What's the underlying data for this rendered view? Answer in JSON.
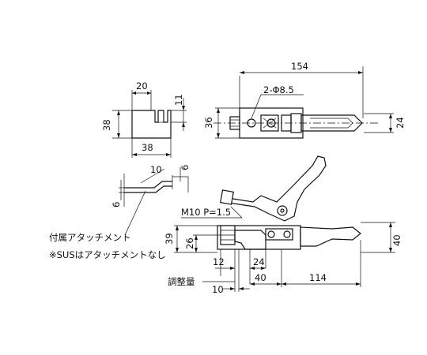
{
  "dimensions": {
    "top_length": "154",
    "hole_callout": "2-Φ8.5",
    "top_height_left": "36",
    "top_height_right": "24",
    "bracket_width_top": "20",
    "bracket_slot": "11",
    "bracket_height": "38",
    "bracket_width_bottom": "38",
    "attach_10": "10",
    "attach_6_top": "6",
    "attach_6_left": "6",
    "thread": "M10 P=1.5",
    "side_39": "39",
    "side_26": "26",
    "side_40_right": "40",
    "side_12": "12",
    "side_24": "24",
    "side_10": "10",
    "side_40_bottom": "40",
    "side_114": "114"
  },
  "labels": {
    "attachment": "付属アタッチメント",
    "sus_note": "※SUSはアタッチメントなし",
    "adjustment": "調整量"
  }
}
